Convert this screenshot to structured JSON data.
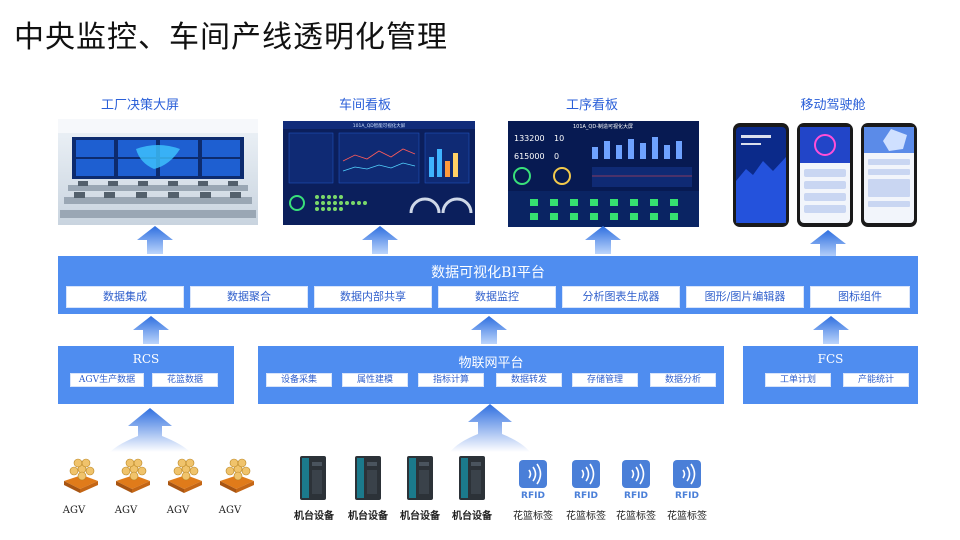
{
  "title": "中央监控、车间产线透明化管理",
  "displays": [
    {
      "caption": "工厂决策大屏",
      "icon": "control-room-image"
    },
    {
      "caption": "车间看板",
      "icon": "workshop-dashboard-image",
      "screen_title": "101A_QD智能可视化大屏"
    },
    {
      "caption": "工序看板",
      "icon": "process-dashboard-image",
      "screen_title": "101A_QD-制造可视化大屏",
      "stats": [
        "133200",
        "10",
        "615000",
        "0"
      ]
    },
    {
      "caption": "移动驾驶舱",
      "icon": "mobile-cockpit-image"
    }
  ],
  "bi_platform": {
    "title": "数据可视化BI平台",
    "modules": [
      "数据集成",
      "数据聚合",
      "数据内部共享",
      "数据监控",
      "分析图表生成器",
      "图形/图片编辑器",
      "图标组件"
    ]
  },
  "rcs": {
    "title": "RCS",
    "items": [
      "AGV生产数据",
      "花篮数据"
    ]
  },
  "iot": {
    "title": "物联网平台",
    "items": [
      "设备采集",
      "属性建模",
      "指标计算",
      "数据转发",
      "存储管理",
      "数据分析"
    ]
  },
  "fcs": {
    "title": "FCS",
    "items": [
      "工单计划",
      "产能统计"
    ]
  },
  "devices": {
    "agv_label": "AGV",
    "agv_count": 4,
    "machine_label": "机台设备",
    "machine_count": 4,
    "rfid_label": "花篮标签",
    "rfid_icon_text": "RFID",
    "rfid_count": 4
  },
  "colors": {
    "accent": "#4f8df0",
    "caption": "#2a5fd8",
    "dark_screen": "#0b1f5c"
  }
}
